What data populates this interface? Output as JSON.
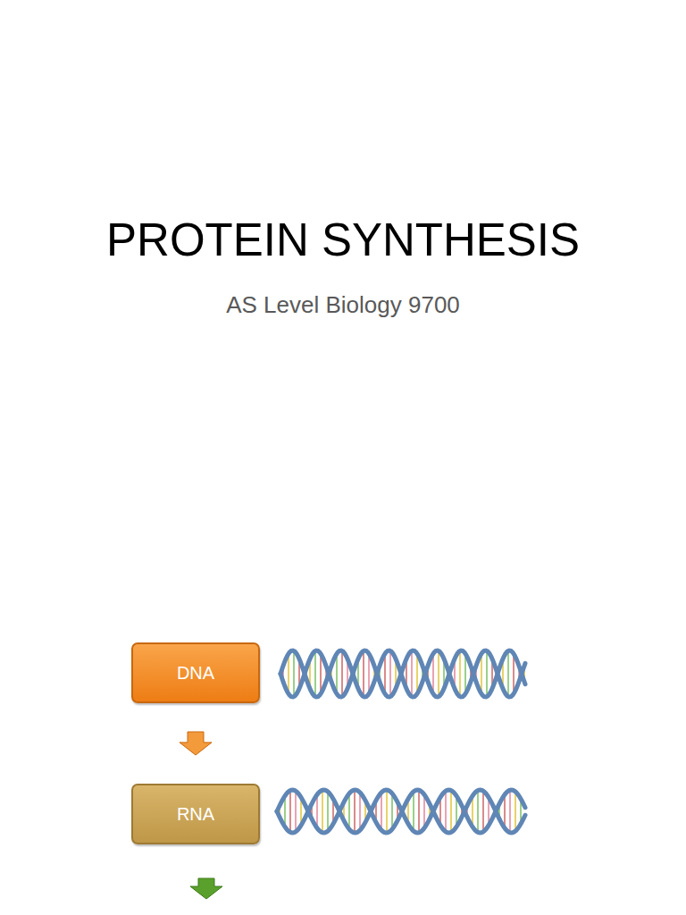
{
  "diagram": {
    "title": "PROTEIN SYNTHESIS",
    "nodes": [
      {
        "text": [
          "DNA"
        ]
      },
      {
        "text": [
          "RNA"
        ]
      }
    ],
    "edges": [
      {
        "from": 0,
        "to": 1,
        "arrow": "to"
      }
    ],
    "labels": [
      "AS Level Biology 9700"
    ]
  }
}
